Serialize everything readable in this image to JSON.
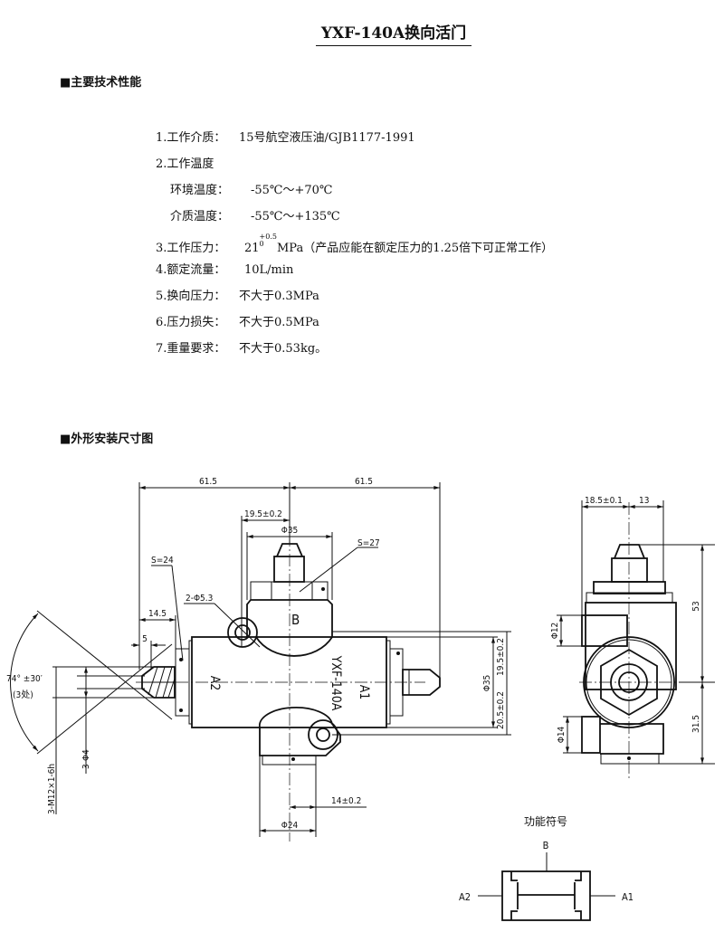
{
  "title": "YXF-140A换向活门",
  "section1": "■主要技术性能",
  "specs": [
    {
      "key": "1.工作介质：",
      "value": "15号航空液压油/GJB1177-1991"
    },
    {
      "key": "2.工作温度",
      "value": ""
    },
    {
      "key": "环境温度：",
      "value": "-55℃～+70℃"
    },
    {
      "key": "介质温度：",
      "value": "-55℃～+135℃"
    },
    {
      "key": "3.工作压力：",
      "value_main": "21",
      "tol_upper": "+0.5",
      "tol_lower": "0",
      "value": "MPa（产品应能在额定压力的1.25倍下可正常工作）"
    },
    {
      "key": "4.额定流量：",
      "value": "10L/min"
    },
    {
      "key": "5.换向压力：",
      "value": "不大于0.3MPa"
    },
    {
      "key": "6.压力损失：",
      "value": "不大于0.5MPa"
    },
    {
      "key": "7.重量要求：",
      "value": "不大于0.53kg。"
    }
  ],
  "section2": "■外形安装尺寸图",
  "drawing": {
    "front": {
      "dim_left": "61.5",
      "dim_right": "61.5",
      "dim_19_5": "19.5±0.2",
      "dim_phi35_top": "Φ35",
      "s27": "S=27",
      "s24": "S=24",
      "holes": "2-Φ5.3",
      "dim_14_5": "14.5",
      "dim_5": "5",
      "angle": "74° ±30′",
      "angle_note": "(3处)",
      "phi4": "3-Φ4",
      "thread": "3-M12×1-6h",
      "port_b": "B",
      "port_a2": "A2",
      "port_a1": "A1",
      "model": "YXF-140A",
      "dim_phi35_right": "Φ35",
      "dim_19_5_right": "19.5±0.2",
      "dim_20_5": "20.5±0.2",
      "dim_14": "14±0.2",
      "dim_phi24": "Φ24"
    },
    "side": {
      "dim_18_5": "18.5±0.1",
      "dim_13": "13",
      "dim_53": "53",
      "dim_31_5": "31.5",
      "phi12": "Φ12",
      "phi14": "Φ14"
    },
    "symbol": {
      "title": "功能符号",
      "b": "B",
      "a2": "A2",
      "a1": "A1"
    }
  }
}
